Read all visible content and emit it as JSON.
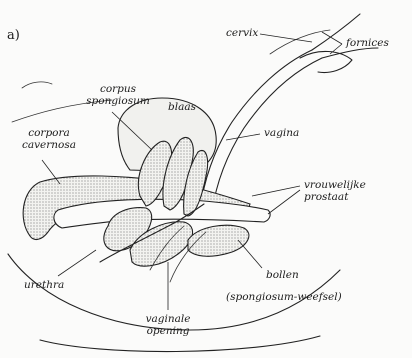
{
  "figure": {
    "panel_letter": "a)",
    "ink_color": "#222222",
    "background_color": "#fbfbfa",
    "stipple": "dotted shading on erectile bodies"
  },
  "labels": {
    "cervix": "cervix",
    "fornices": "fornices",
    "corpus_spongiosum": [
      "corpus",
      "spongiosum"
    ],
    "blaas": "blaas",
    "corpora_cavernosa": [
      "corpora",
      "cavernosa"
    ],
    "vagina": "vagina",
    "vrouwelijke_prostaat": [
      "vrouwelijke",
      "prostaat"
    ],
    "urethra": "urethra",
    "bollen": "bollen",
    "bollen_note": "(spongiosum-weefsel)",
    "vaginale_opening": [
      "vaginale",
      "opening"
    ]
  }
}
